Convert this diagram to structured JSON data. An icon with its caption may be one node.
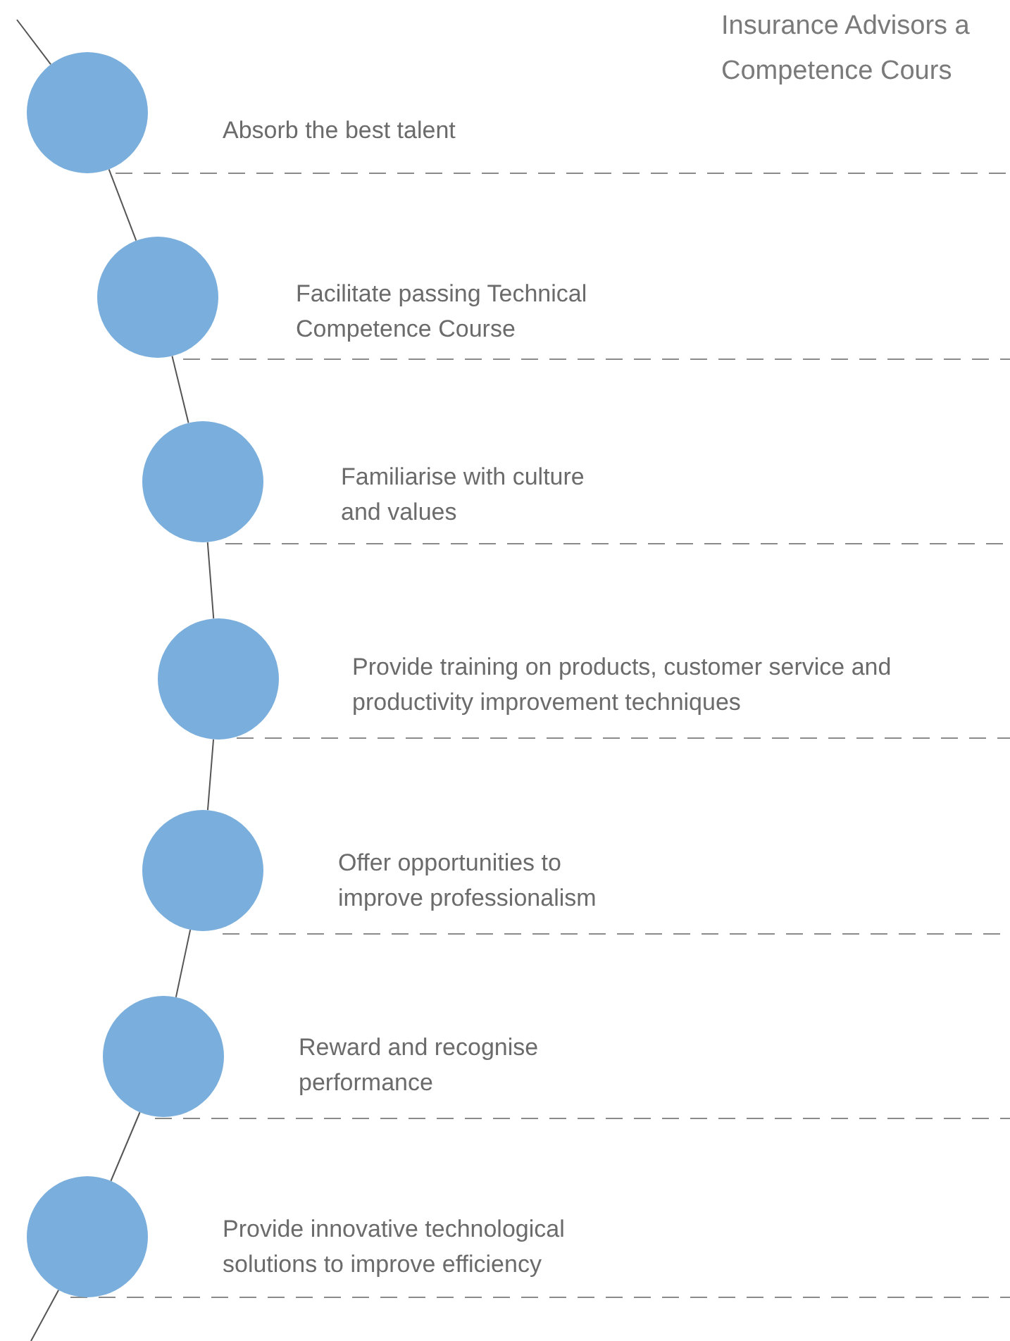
{
  "diagram": {
    "nodes": [
      {
        "text": [],
        "shape": "circle",
        "beside": [
          "Absorb the best talent"
        ]
      },
      {
        "text": [],
        "shape": "circle",
        "beside": [
          "Facilitate passing Technical Competence Course"
        ]
      },
      {
        "text": [],
        "shape": "circle",
        "beside": [
          "Familiarise with culture and values"
        ]
      },
      {
        "text": [],
        "shape": "circle",
        "beside": [
          "Provide training on products, customer service and productivity improvement techniques"
        ]
      },
      {
        "text": [],
        "shape": "circle",
        "beside": [
          "Offer opportunities to improve professionalism"
        ]
      },
      {
        "text": [],
        "shape": "circle",
        "beside": [
          "Reward and recognise performance"
        ]
      },
      {
        "text": [],
        "shape": "circle",
        "beside": [
          "Provide innovative technological solutions to improve efficiency"
        ]
      }
    ],
    "edges": [
      {
        "from": null,
        "to": 0,
        "arrow": "none"
      },
      {
        "from": 0,
        "to": 1,
        "arrow": "none"
      },
      {
        "from": 1,
        "to": 2,
        "arrow": "none"
      },
      {
        "from": 2,
        "to": 3,
        "arrow": "none"
      },
      {
        "from": 3,
        "to": 4,
        "arrow": "none"
      },
      {
        "from": 4,
        "to": 5,
        "arrow": "none"
      },
      {
        "from": 5,
        "to": 6,
        "arrow": "none"
      },
      {
        "from": 6,
        "to": null,
        "arrow": "none"
      }
    ],
    "labels": [
      "Insurance Advisors a",
      "Competence Cours"
    ]
  }
}
